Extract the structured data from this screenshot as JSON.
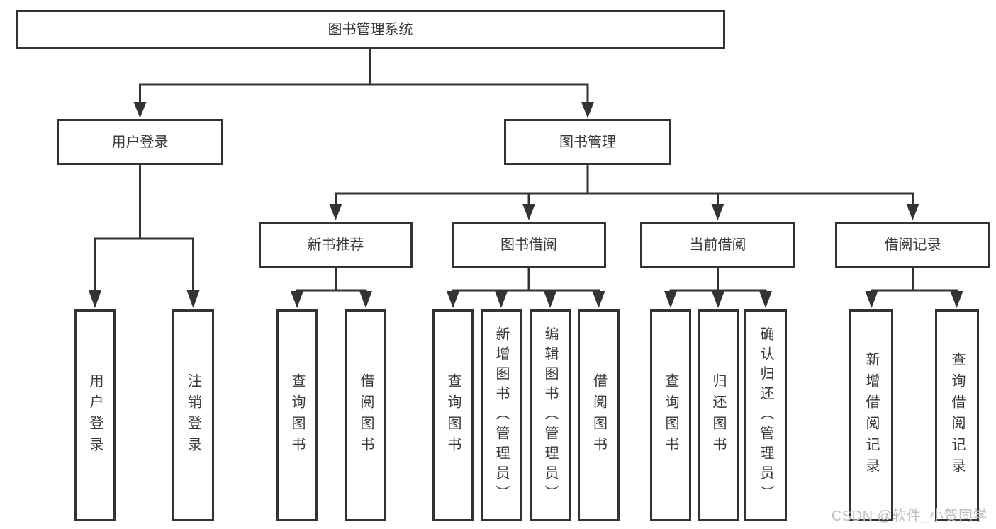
{
  "tree": {
    "label": "图书管理系统",
    "children": [
      {
        "label": "用户登录",
        "children": [
          {
            "label": "用户登录"
          },
          {
            "label": "注销登录"
          }
        ]
      },
      {
        "label": "图书管理",
        "children": [
          {
            "label": "新书推荐",
            "children": [
              {
                "label": "查询图书"
              },
              {
                "label": "借阅图书"
              }
            ]
          },
          {
            "label": "图书借阅",
            "children": [
              {
                "label": "查询图书"
              },
              {
                "label": "新增图书（管理员）"
              },
              {
                "label": "编辑图书（管理员）"
              },
              {
                "label": "借阅图书"
              }
            ]
          },
          {
            "label": "当前借阅",
            "children": [
              {
                "label": "查询图书"
              },
              {
                "label": "归还图书"
              },
              {
                "label": "确认归还（管理员）"
              }
            ]
          },
          {
            "label": "借阅记录",
            "children": [
              {
                "label": "新增借阅记录"
              },
              {
                "label": "查询借阅记录"
              }
            ]
          }
        ]
      }
    ]
  },
  "watermark": {
    "text": "CSDN @软件_小贺同学"
  },
  "colors": {
    "line": "#333333",
    "node_text": "#3a3a3a",
    "node_background": "#ffffff",
    "watermark": "#bfbfbf",
    "background": "#ffffff"
  }
}
